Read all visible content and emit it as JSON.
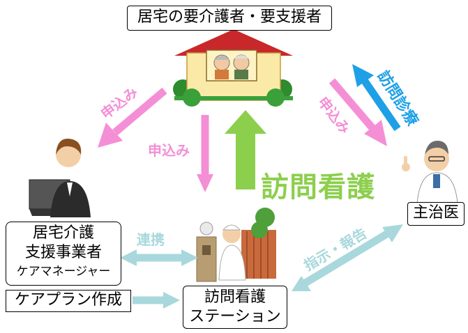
{
  "home": {
    "label": "居宅の要介護者・要支援者"
  },
  "care_office": {
    "line1": "居宅介護",
    "line2": "支援事業者",
    "line3": "ケアマネージャー"
  },
  "care_plan": {
    "label": "ケアプラン作成"
  },
  "doctor": {
    "label": "主治医"
  },
  "station": {
    "line1": "訪問看護",
    "line2": "ステーション"
  },
  "arrows": {
    "apply_to_office": "申込み",
    "apply_to_station": "申込み",
    "apply_to_doctor": "申込み",
    "home_visit_medical": "訪問診療",
    "home_visit_nursing": "訪問看護",
    "cooperation": "連携",
    "instruction_report": "指示・報告"
  },
  "colors": {
    "pink": "#f48fd6",
    "green": "#8ccf4d",
    "blue": "#1ea0e6",
    "teal": "#a8d8dc"
  }
}
